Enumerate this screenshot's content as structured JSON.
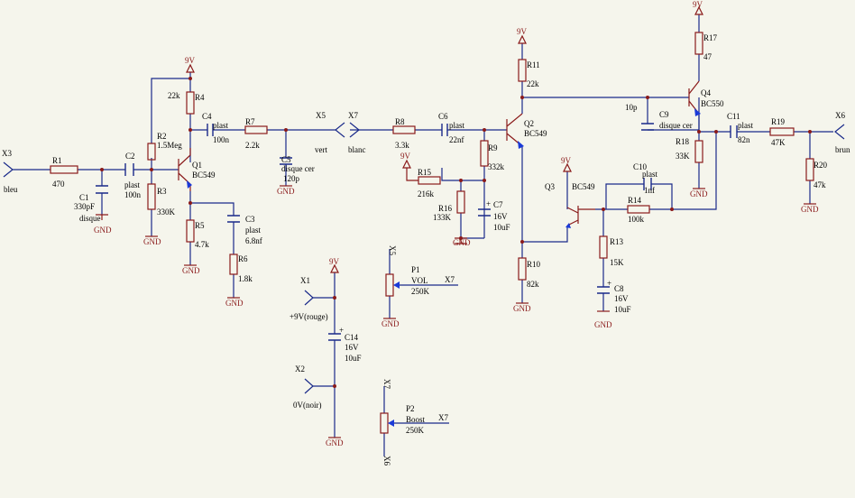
{
  "ports": {
    "X3": "X3",
    "bleu": "bleu",
    "X5": "X5",
    "vert": "vert",
    "X7": "X7",
    "blanc": "blanc",
    "X6": "X6",
    "brun": "brun",
    "X1": "X1",
    "rouge": "+9V(rouge)",
    "X2": "X2",
    "noir": "0V(noir)",
    "K5": "X5",
    "K7a": "X7",
    "K7b": "X7",
    "K7c": "X7",
    "K6": "X6"
  },
  "rails": {
    "vcc": "9V",
    "gnd": "GND"
  },
  "parts": {
    "R1": {
      "ref": "R1",
      "val": "470"
    },
    "C1": {
      "ref": "C1",
      "val": "330pF",
      "note": "disque"
    },
    "C2": {
      "ref": "C2",
      "note": "plast",
      "val": "100n"
    },
    "R2": {
      "ref": "R2",
      "val": "1.5Meg"
    },
    "R3": {
      "ref": "R3",
      "val": "330K"
    },
    "R4": {
      "ref": "R4",
      "val": "22k"
    },
    "Q1": {
      "ref": "Q1",
      "val": "BC549"
    },
    "C4": {
      "ref": "C4",
      "note": "plast",
      "val": "100n"
    },
    "R7": {
      "ref": "R7",
      "val": "2.2k"
    },
    "C5": {
      "ref": "C5",
      "note": "disque cer",
      "val": "120p"
    },
    "R5": {
      "ref": "R5",
      "val": "4.7k"
    },
    "C3": {
      "ref": "C3",
      "note": "plast",
      "val": "6.8nf"
    },
    "R6": {
      "ref": "R6",
      "val": "1.8k"
    },
    "C14": {
      "ref": "C14",
      "val": "16V",
      "val2": "10uF"
    },
    "P1": {
      "ref": "P1",
      "note": "VOL",
      "val": "250K"
    },
    "P2": {
      "ref": "P2",
      "note": "Boost",
      "val": "250K"
    },
    "R8": {
      "ref": "R8",
      "val": "3.3k"
    },
    "C6": {
      "ref": "C6",
      "note": "plast",
      "val": "22nf"
    },
    "R9": {
      "ref": "R9",
      "val": "332k"
    },
    "R15": {
      "ref": "R15",
      "val": "216k"
    },
    "R16": {
      "ref": "R16",
      "val": "133K"
    },
    "C7": {
      "ref": "C7",
      "val": "16V",
      "val2": "10uF"
    },
    "Q2": {
      "ref": "Q2",
      "val": "BC549"
    },
    "R11": {
      "ref": "R11",
      "val": "22k"
    },
    "R10": {
      "ref": "R10",
      "val": "82k"
    },
    "Q3": {
      "ref": "Q3",
      "val": "BC549"
    },
    "C10": {
      "ref": "C10",
      "note": "plast",
      "val": "1nf"
    },
    "R14": {
      "ref": "R14",
      "val": "100k"
    },
    "R13": {
      "ref": "R13",
      "val": "15K"
    },
    "C8": {
      "ref": "C8",
      "val": "16V",
      "val2": "10uF"
    },
    "C9": {
      "ref": "C9",
      "note": "disque cer",
      "val": "10p"
    },
    "R18": {
      "ref": "R18",
      "val": "33K"
    },
    "Q4": {
      "ref": "Q4",
      "val": "BC550"
    },
    "R17": {
      "ref": "R17",
      "val": "47"
    },
    "C11": {
      "ref": "C11",
      "note": "plast",
      "val": "82n"
    },
    "R19": {
      "ref": "R19",
      "val": "47K"
    },
    "R20": {
      "ref": "R20",
      "val": "47k"
    }
  }
}
